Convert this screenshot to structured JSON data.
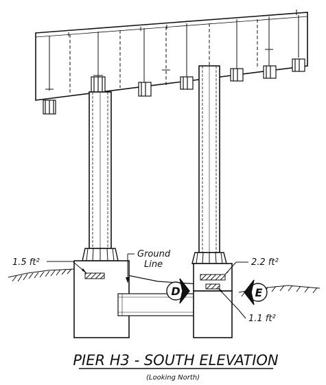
{
  "title": "PIER H3 - SOUTH ELEVATION",
  "subtitle": "(Looking North)",
  "labels": {
    "ground_1": "Ground",
    "ground_2": "Line",
    "area_left": "1.5 ft²",
    "area_right_top": "2.2 ft²",
    "area_right_bottom": "1.1 ft²",
    "marker_d": "D",
    "marker_e": "E"
  }
}
